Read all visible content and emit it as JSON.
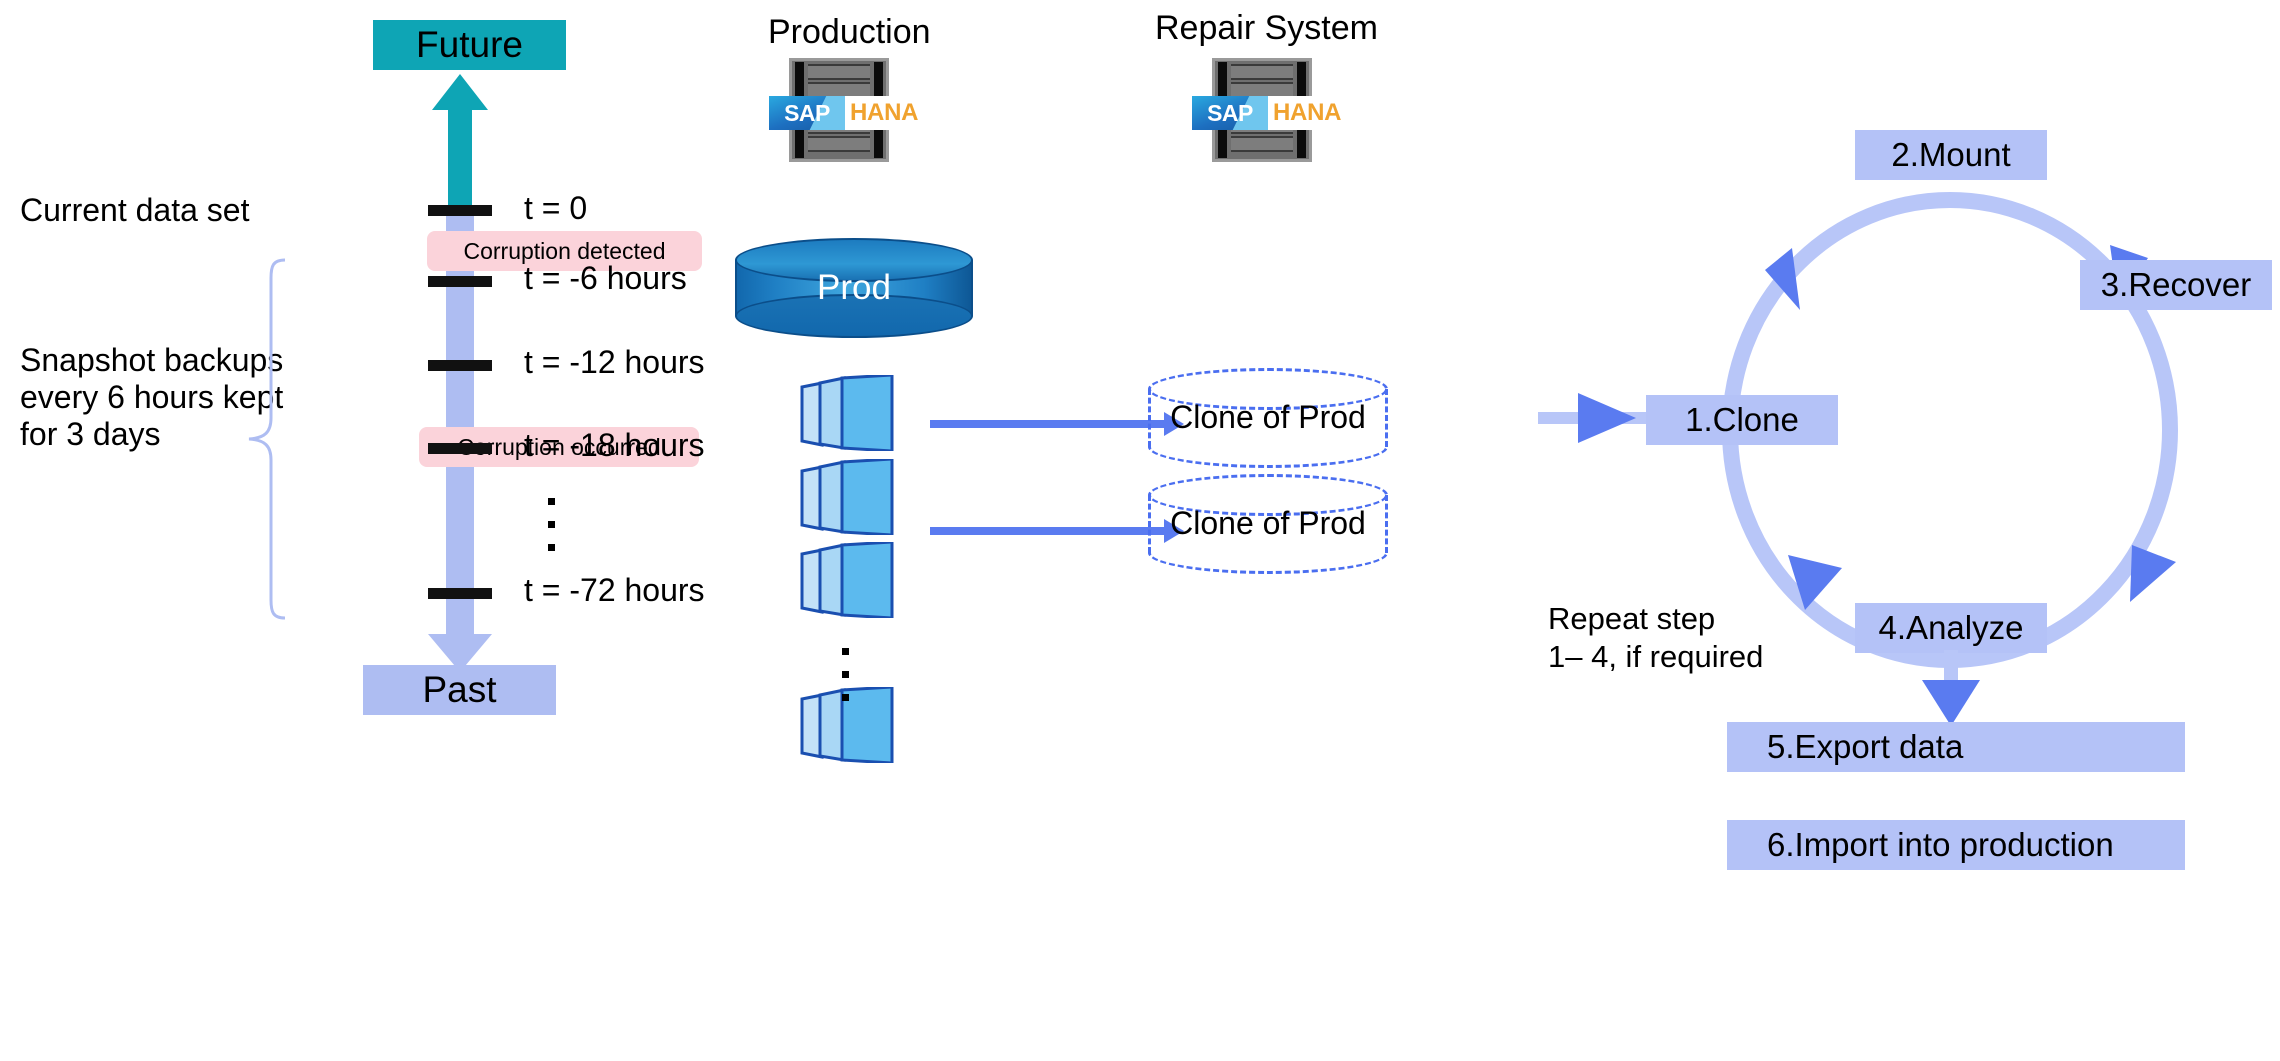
{
  "timeline": {
    "future_label": "Future",
    "past_label": "Past",
    "current_data_set_label": "Current data set",
    "snapshot_note": "Snapshot backups\never    y 6 hours kept\nfor 3 days",
    "snapshot_note_lines": [
      "Snapshot backups",
      "every 6 hours kept",
      "for 3 days"
    ],
    "corruption_detected": "Corruption detected",
    "corruption_occurred": "Corruption occurred",
    "ticks": [
      {
        "label": "t = 0"
      },
      {
        "label": "t = -6 hours"
      },
      {
        "label": "t = -12 hours"
      },
      {
        "label": "t = -18 hours"
      },
      {
        "label": "t = -72 hours"
      }
    ],
    "ellipsis": "⋮"
  },
  "systems": {
    "production_title": "Production",
    "repair_title": "Repair System",
    "sap_word": "SAP",
    "hana_word": "HANA",
    "prod_db_label": "Prod",
    "clones": [
      "Clone of Prod",
      "Clone of Prod"
    ]
  },
  "cycle": {
    "steps": [
      {
        "label": "1.Clone"
      },
      {
        "label": "2.Mount"
      },
      {
        "label": "3.Recover"
      },
      {
        "label": "4.Analyze"
      },
      {
        "label": "5.Export data"
      },
      {
        "label": "6.Import into production"
      }
    ],
    "repeat_note_lines": [
      "Repeat step",
      "1– 4, if required"
    ]
  },
  "colors": {
    "teal": "#0ea5b5",
    "periwinkle": "#aebdf2",
    "cycle_box": "#b4c2f7",
    "arrow_blue": "#5a7bf0",
    "chip_pink": "#fbd3da",
    "prod_blue": "#1f7fc4",
    "clone_dash": "#4a6ef0",
    "hana_orange": "#f0a22e",
    "sap_blue": "#1d6fc0"
  }
}
